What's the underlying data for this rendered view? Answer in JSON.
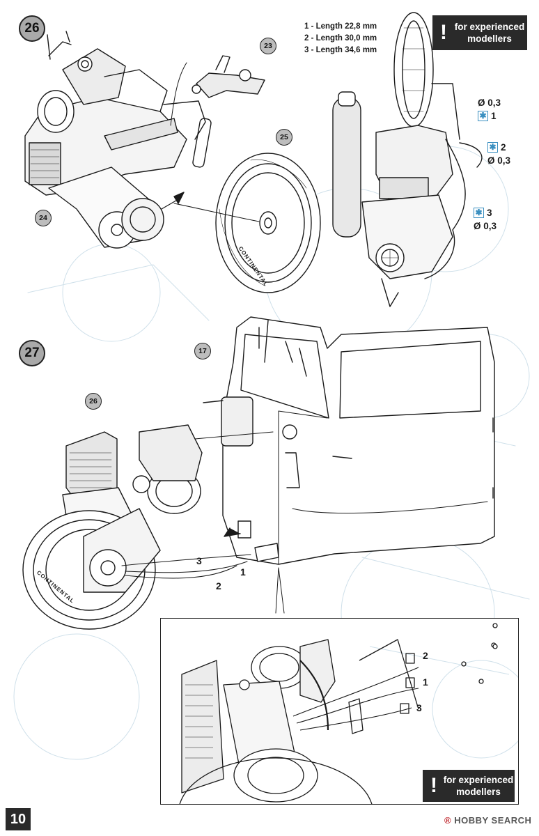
{
  "page": {
    "number": "10"
  },
  "step26": {
    "number": "26",
    "callouts": [
      "23",
      "24",
      "25"
    ],
    "lengths": [
      {
        "id": "1",
        "text": "1  -  Length 22,8 mm"
      },
      {
        "id": "2",
        "text": "2  -  Length 30,0 mm"
      },
      {
        "id": "3",
        "text": "3  -  Length 34,6 mm"
      }
    ],
    "warning": {
      "bang": "!",
      "text": "for experienced modellers"
    },
    "wire_specs": [
      {
        "diameter": "Ø 0,3",
        "id": "1"
      },
      {
        "id": "2",
        "diameter": "Ø 0,3"
      },
      {
        "id": "3",
        "diameter": "Ø 0,3"
      }
    ],
    "icons": [
      "star-cross-icon",
      "star-cross-icon",
      "star-cross-icon"
    ],
    "tyre_text": "CONTINENTAL"
  },
  "step27": {
    "number": "27",
    "callouts": [
      "17",
      "26"
    ],
    "wire_labels": [
      "3",
      "1",
      "2"
    ],
    "detail_labels": [
      "2",
      "1",
      "3"
    ],
    "warning": {
      "bang": "!",
      "text": "for experienced modellers"
    },
    "tyre_text": "CONTINENTAL"
  },
  "watermark": {
    "brand": "HOBBY",
    "suffix": " SEARCH",
    "symbol": "®"
  }
}
